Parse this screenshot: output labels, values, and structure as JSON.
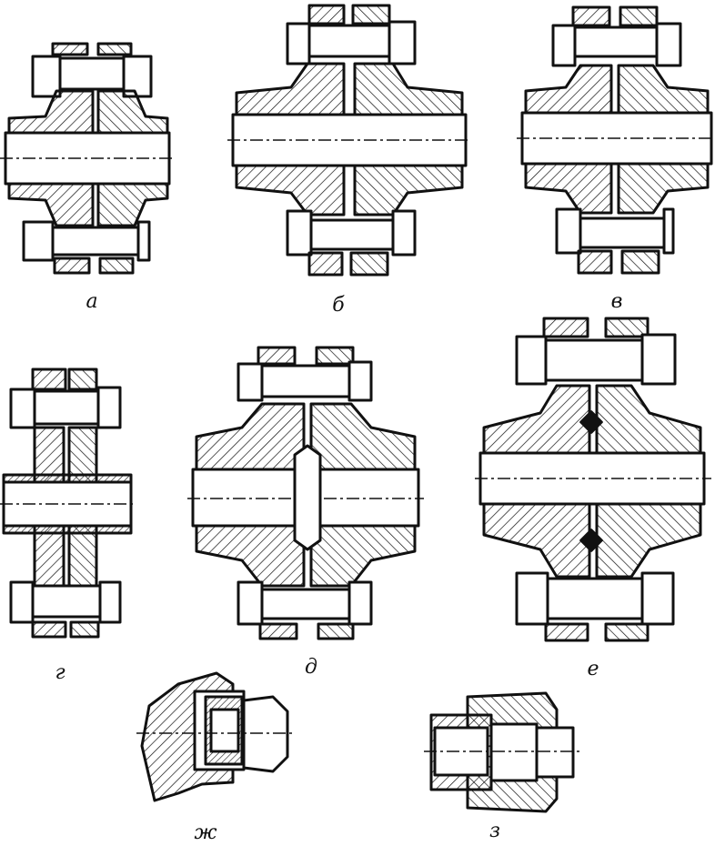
{
  "labels": {
    "a": "а",
    "b": "б",
    "v": "в",
    "g": "г",
    "d": "д",
    "e": "е",
    "zh": "ж",
    "z": "з"
  },
  "colors": {
    "ink": "#111111",
    "paper": "#ffffff"
  }
}
